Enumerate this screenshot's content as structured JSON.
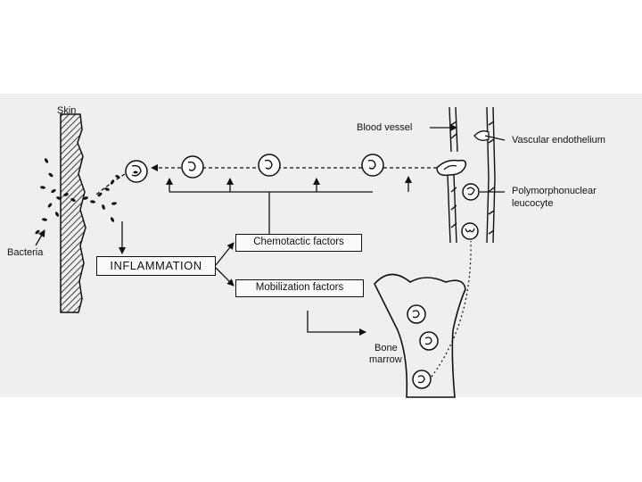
{
  "labels": {
    "skin": "Skin",
    "bacteria": "Bacteria",
    "blood_vessel": "Blood vessel",
    "vascular_endothelium": "Vascular endothelium",
    "pmn_line1": "Polymorphonuclear",
    "pmn_line2": "leucocyte",
    "bone_marrow_line1": "Bone",
    "bone_marrow_line2": "marrow"
  },
  "boxes": {
    "inflammation": "INFLAMMATION",
    "chemotactic": "Chemotactic factors",
    "mobilization": "Mobilization factors"
  },
  "colors": {
    "ink": "#111111",
    "panel": "#efefef",
    "background": "#ffffff"
  }
}
